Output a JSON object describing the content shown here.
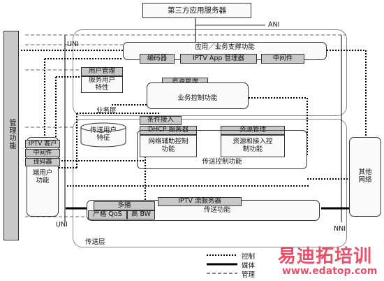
{
  "third_party_server": "第三方应用服务器",
  "ani_label": "ANI",
  "mgmt_label": "管理功能",
  "app_support": {
    "title": "应用／业务支撑功能",
    "encoder": "编码器",
    "app_manager": "IPTV App 管理器",
    "middleware": "中间件"
  },
  "user_mgmt": {
    "title": "用户管理",
    "body": "服务用户特性"
  },
  "resource_mgmt_top": "资源管理",
  "service_control": "业务控制功能",
  "service_layer": "业务层",
  "user_db": "传送用户特征",
  "cond_access": "条件接入",
  "dhcp": "DHCP 服务器",
  "net_assist": "网络辅助控制功能",
  "resource_mgmt2": "资源管理",
  "resource_access": "资源和接入控制功能",
  "transport_control": "传送控制功能",
  "enduser": {
    "iptv_client": "IPTV 客户",
    "middleware": "中间件",
    "decoder": "译码器",
    "func": "端用户功能"
  },
  "other_network": "其他网络",
  "iptv_stream": "IPTV 流服务器",
  "multicast": "多播",
  "strict_qos": "严格 QoS",
  "high_bw": "高 BW",
  "transport_func": "传送功能",
  "uni_label": "UNI",
  "uni_label_bottom": "UNI",
  "nni_label": "NNI",
  "transport_layer": "传送层",
  "legend": {
    "control": "控制",
    "media": "媒体",
    "management": "管理"
  },
  "watermark": {
    "title": "易迪拓培训",
    "url": "www.edatop.com"
  }
}
